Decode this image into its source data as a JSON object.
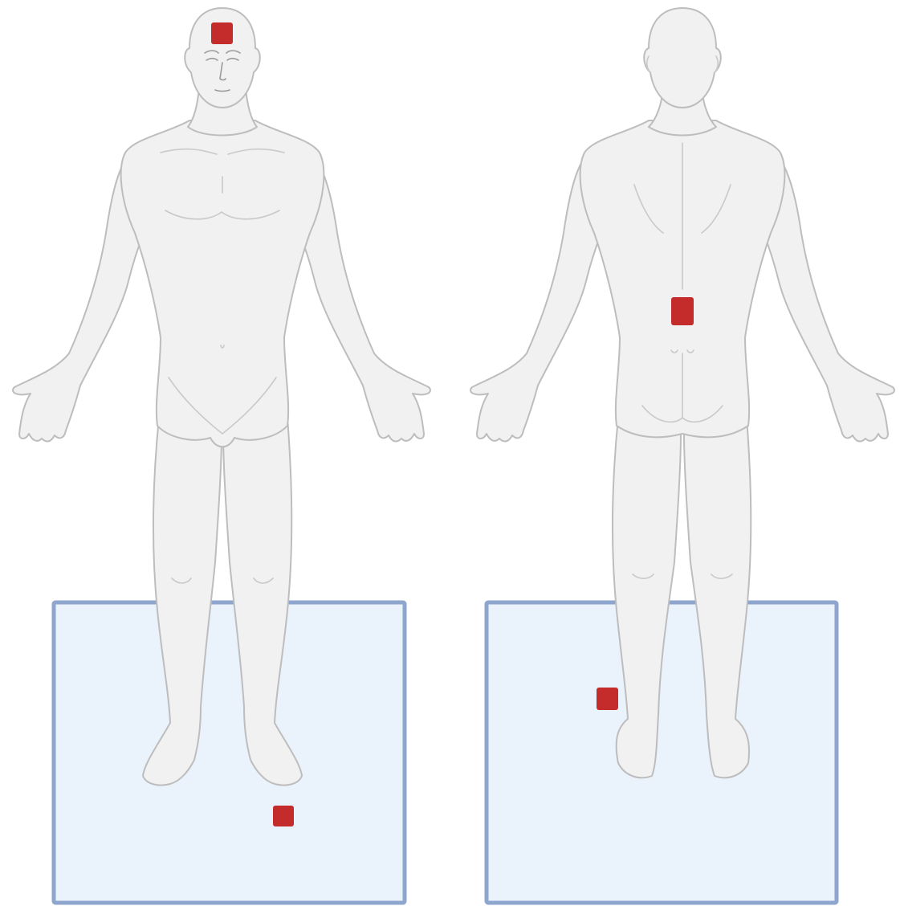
{
  "colors": {
    "marker": "#c42b2b",
    "plate_fill": "#eaf2fc",
    "plate_border": "#8ea6ce",
    "body_fill": "#f1f1f1",
    "body_outline": "#bdbdbd"
  },
  "views": [
    {
      "name": "front",
      "markers": [
        "forehead",
        "ground-plate"
      ]
    },
    {
      "name": "back",
      "markers": [
        "lower-back",
        "ground-plate"
      ]
    }
  ]
}
